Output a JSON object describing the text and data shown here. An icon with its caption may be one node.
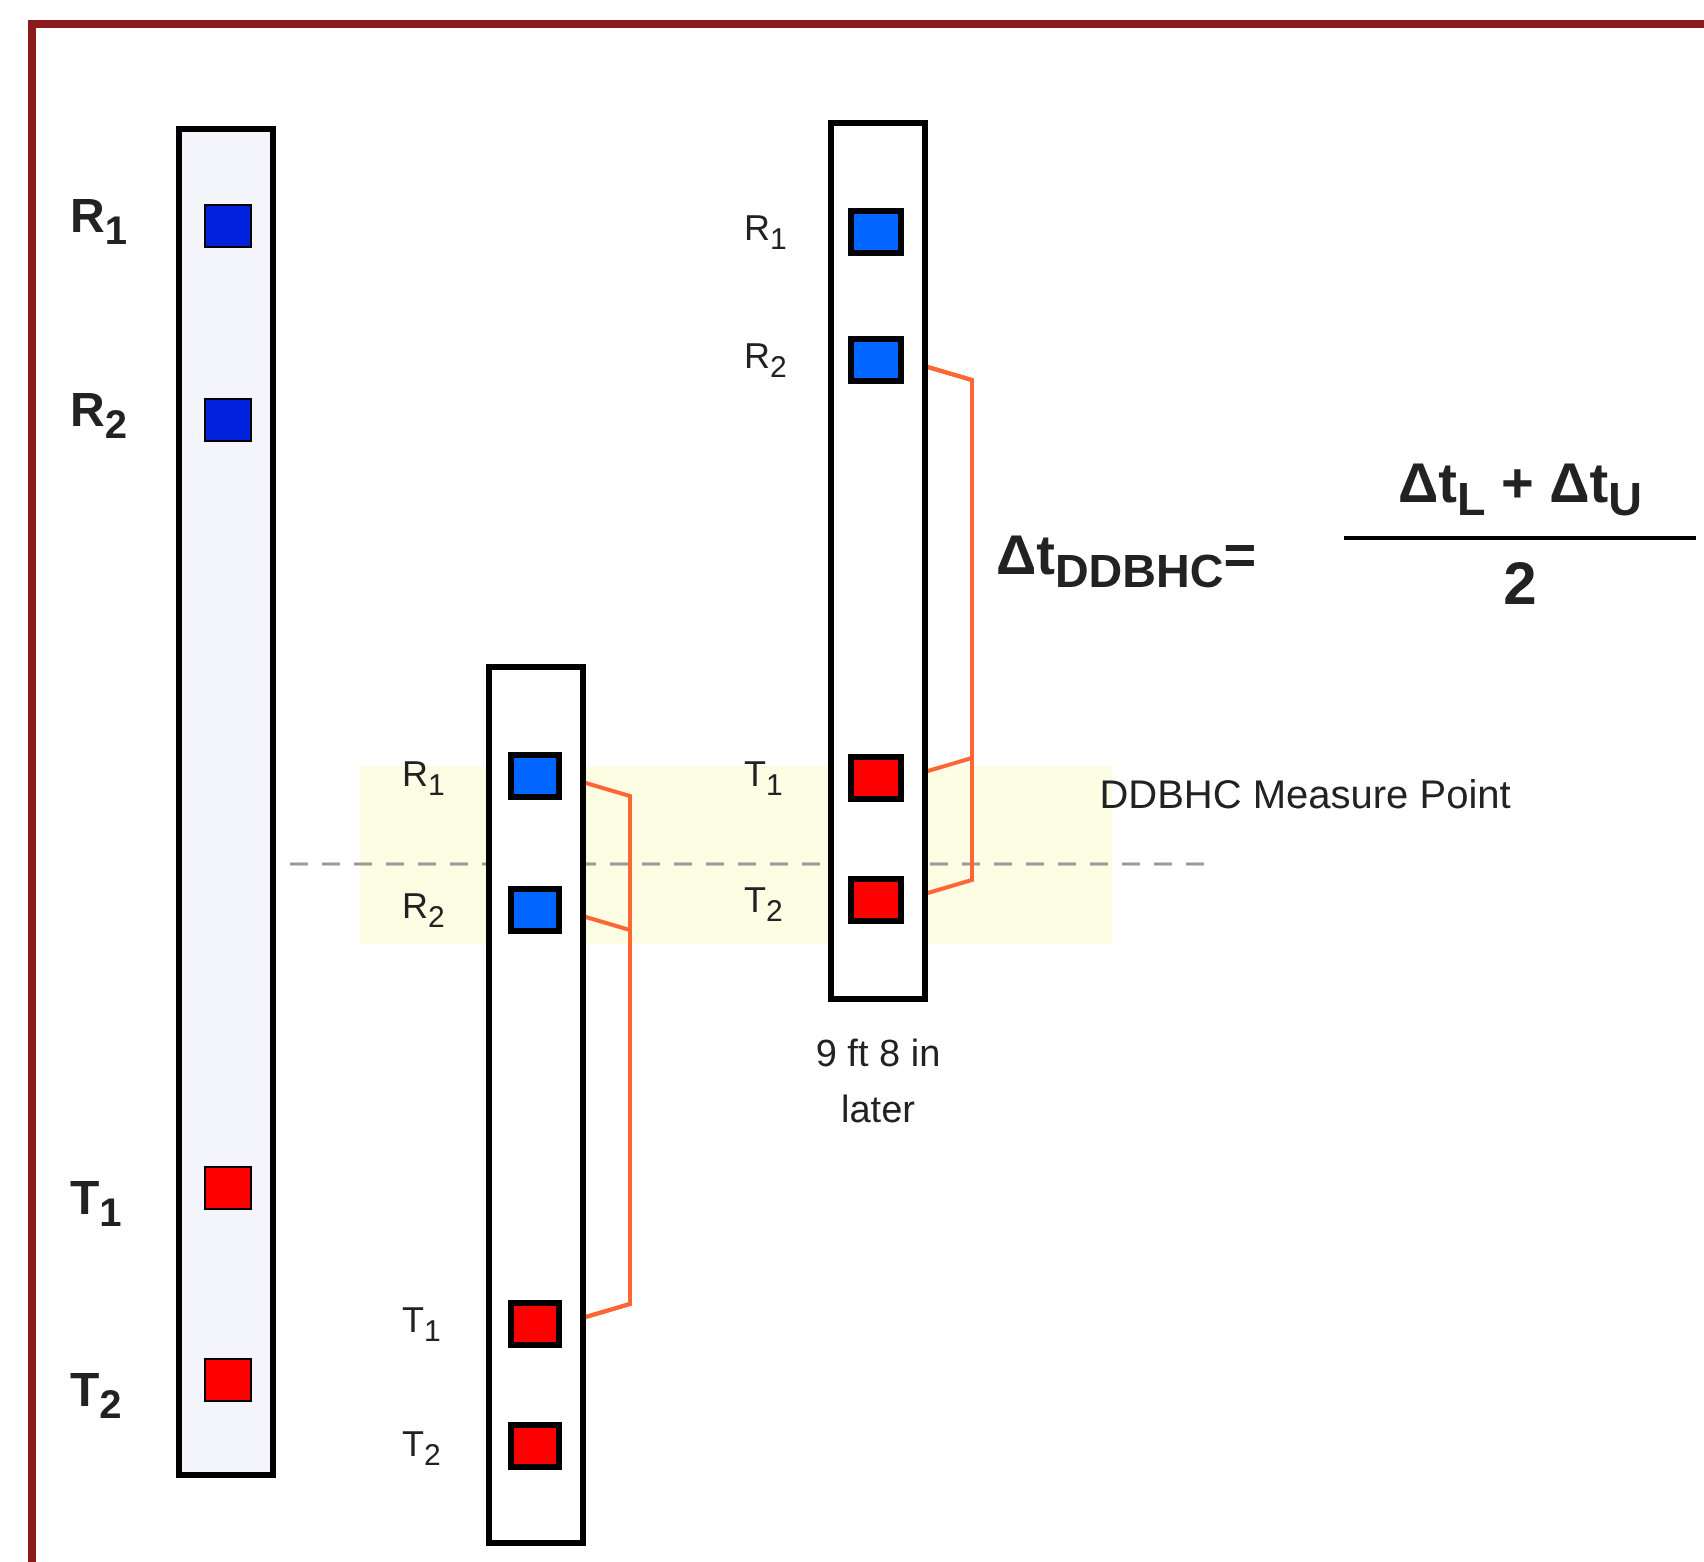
{
  "diagram": {
    "nodes": [
      {
        "text": [],
        "shape": "bar"
      },
      {
        "text": [
          "R$_{1}$"
        ],
        "in": 0
      },
      {
        "text": [
          "R$_{2}$"
        ],
        "in": 0
      },
      {
        "text": [
          "T$_{1}$"
        ],
        "in": 0
      },
      {
        "text": [
          "T$_{2}$"
        ],
        "in": 0
      },
      {
        "text": [],
        "shape": "bar"
      },
      {
        "text": [
          "R$_{1}$"
        ],
        "in": 5
      },
      {
        "text": [
          "R$_{2}$"
        ],
        "in": 5
      },
      {
        "text": [
          "T$_{1}$"
        ],
        "in": 5
      },
      {
        "text": [
          "T$_{2}$"
        ],
        "in": 5
      },
      {
        "text": [],
        "shape": "bar",
        "beside": [
          "9 ft 8 in later"
        ]
      },
      {
        "text": [
          "R$_{1}$"
        ],
        "in": 10
      },
      {
        "text": [
          "R$_{2}$"
        ],
        "in": 10
      },
      {
        "text": [
          "T$_{1}$"
        ],
        "in": 10
      },
      {
        "text": [
          "T$_{2}$"
        ],
        "in": 10
      }
    ],
    "edges": [
      {
        "from": 6,
        "to": 8,
        "arrow": "none",
        "color": "#ff6633"
      },
      {
        "from": 7,
        "to": 8,
        "arrow": "none",
        "color": "#ff6633"
      },
      {
        "from": 12,
        "to": 13,
        "arrow": "none",
        "color": "#ff6633"
      },
      {
        "from": 12,
        "to": 14,
        "arrow": "none",
        "color": "#ff6633"
      }
    ],
    "labels": [
      "Δt$_{DDBHC}$=",
      "Δt$_{L}$ + Δt$_{U}$",
      "2",
      "DDBHC Measure Point"
    ]
  }
}
